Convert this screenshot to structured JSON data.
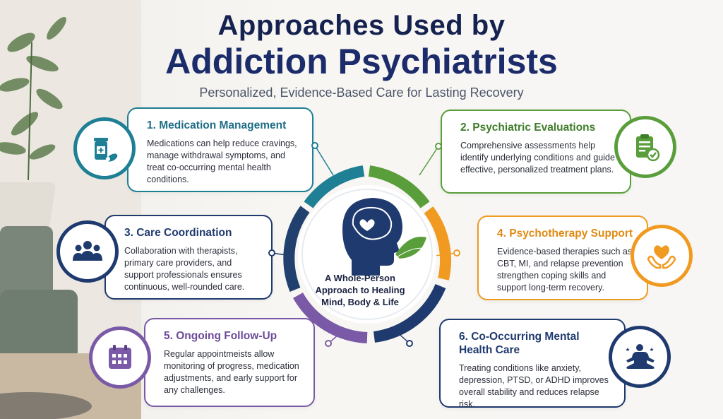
{
  "title_line1": "Approaches Used by",
  "title_line2": "Addiction Psychiatrists",
  "subtitle": "Personalized, Evidence-Based Care for Lasting Recovery",
  "center": {
    "line1": "A Whole-Person",
    "line2": "Approach to Healing",
    "line3": "Mind, Body & Life"
  },
  "colors": {
    "teal": "#1f7f94",
    "green": "#5a9e3b",
    "navy": "#1f3a6e",
    "orange": "#f09a22",
    "purple": "#7a5aa6",
    "darknavy": "#22406e"
  },
  "cards": [
    {
      "heading": "1. Medication Management",
      "body": "Medications can help reduce cravings, manage withdrawal symptoms, and treat co-occurring mental health conditions.",
      "icon": "medication-icon"
    },
    {
      "heading": "2. Psychiatric Evaluations",
      "body": "Comprehensive assessments help identify underlying conditions and guide effective, personalized treatment plans.",
      "icon": "clipboard-check-icon"
    },
    {
      "heading": "3. Care Coordination",
      "body": "Collaboration with therapists, primary care providers, and support professionals ensures continuous, well-rounded care.",
      "icon": "team-icon"
    },
    {
      "heading": "4. Psychotherapy Support",
      "body": "Evidence-based therapies such as CBT, MI, and relapse prevention strengthen coping skills and support long-term recovery.",
      "icon": "heart-hands-icon"
    },
    {
      "heading": "5. Ongoing Follow-Up",
      "body": "Regular appointmeists allow monitoring of progress, medication adjustments, and early support for any challenges.",
      "icon": "calendar-icon"
    },
    {
      "heading": "6. Co-Occurring Mental Health Care",
      "body": "Treating conditions like anxiety, depression, PTSD, or ADHD improves overall stability and reduces relapse risk.",
      "icon": "meditation-icon"
    }
  ]
}
